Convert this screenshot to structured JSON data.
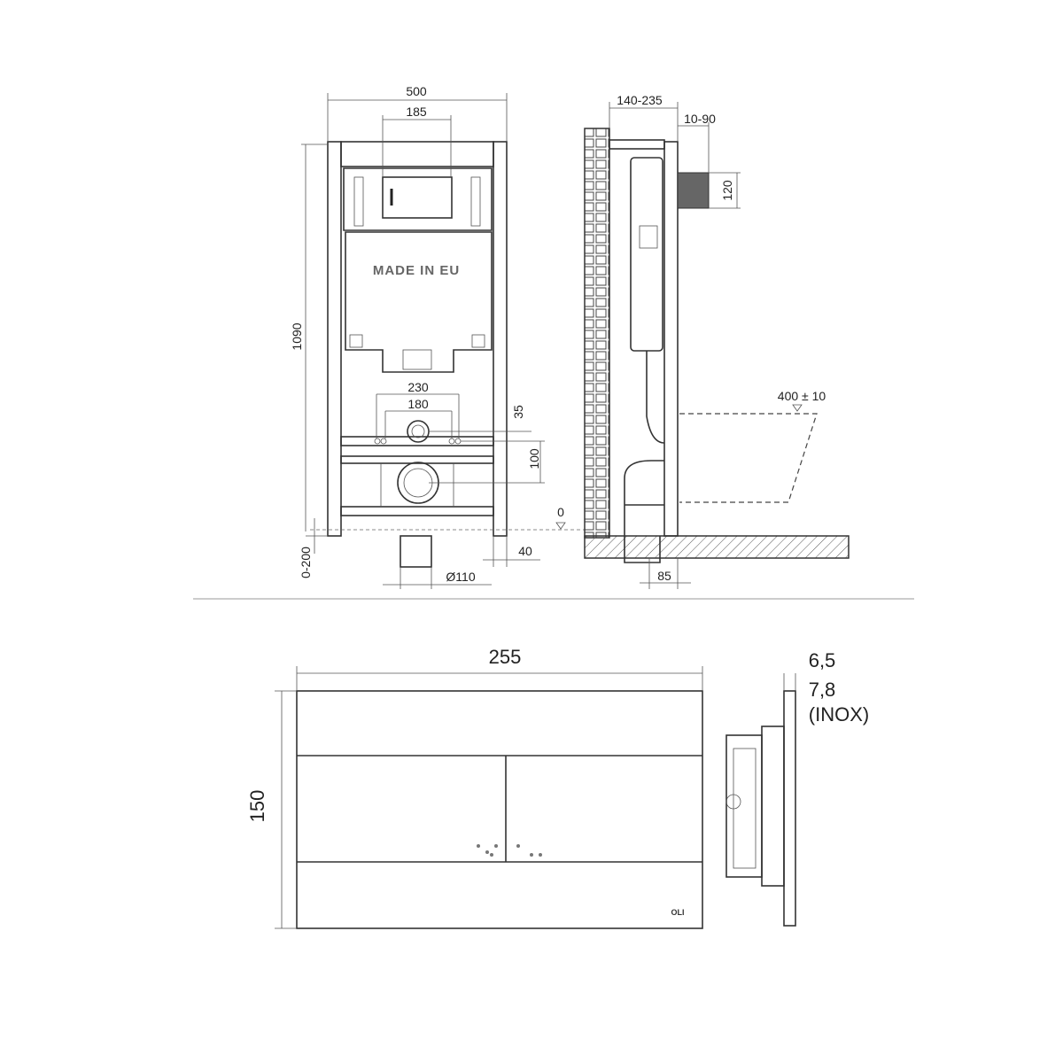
{
  "front_view": {
    "width_total": "500",
    "width_inner": "185",
    "height": "1090",
    "tank_label": "MADE IN EU",
    "bolt_spacing_outer": "230",
    "bolt_spacing_inner": "180",
    "dim_35": "35",
    "dim_100": "100",
    "floor_zero": "0",
    "dim_40": "40",
    "pipe_diameter": "Ø110",
    "leg_adjust": "0-200"
  },
  "side_view": {
    "depth": "140-235",
    "offset": "10-90",
    "flange_height": "120",
    "seat_height": "400 ± 10",
    "dim_85": "85"
  },
  "flush_plate": {
    "width": "255",
    "height": "150",
    "thickness": "6,5",
    "thickness_inox": "7,8",
    "inox_label": "(INOX)",
    "brand": "OLI"
  }
}
